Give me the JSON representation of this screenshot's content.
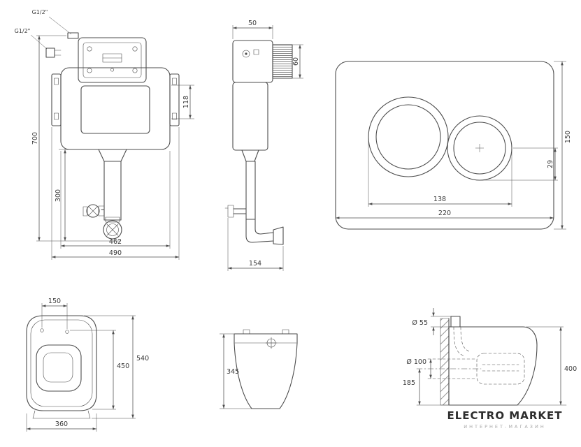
{
  "colors": {
    "line": "#4d4d4d",
    "background": "#ffffff",
    "text": "#3a3a3a",
    "logo_text": "#2d2d2d",
    "logo_sub": "#a8a8a8"
  },
  "views": {
    "cistern_front": {
      "label_g12_top": "G1/2\"",
      "label_g12_left": "G1/2\"",
      "dim_total_height": "700",
      "dim_pipe_height": "300",
      "dim_bracket_offset": "118",
      "dim_inner_width": "462",
      "dim_total_width": "490"
    },
    "cistern_side": {
      "dim_top_depth": "50",
      "dim_bend_height": "60",
      "dim_total_depth": "154"
    },
    "flush_plate": {
      "dim_height": "150",
      "dim_button_radius": "29",
      "dim_buttons_span": "138",
      "dim_width": "220"
    },
    "bowl_front": {
      "dim_hinge_span": "150",
      "dim_seat_depth": "450",
      "dim_total_depth": "540",
      "dim_width": "360"
    },
    "bowl_side": {
      "dim_height": "345"
    },
    "installation": {
      "dim_inlet_diameter": "Ø 55",
      "dim_outlet_diameter": "Ø 100",
      "dim_outlet_height": "185",
      "dim_bowl_height": "400"
    }
  },
  "logo": {
    "line1": "ELECTRO MARKET",
    "line2": "ИНТЕРНЕТ-МАГАЗИН"
  }
}
